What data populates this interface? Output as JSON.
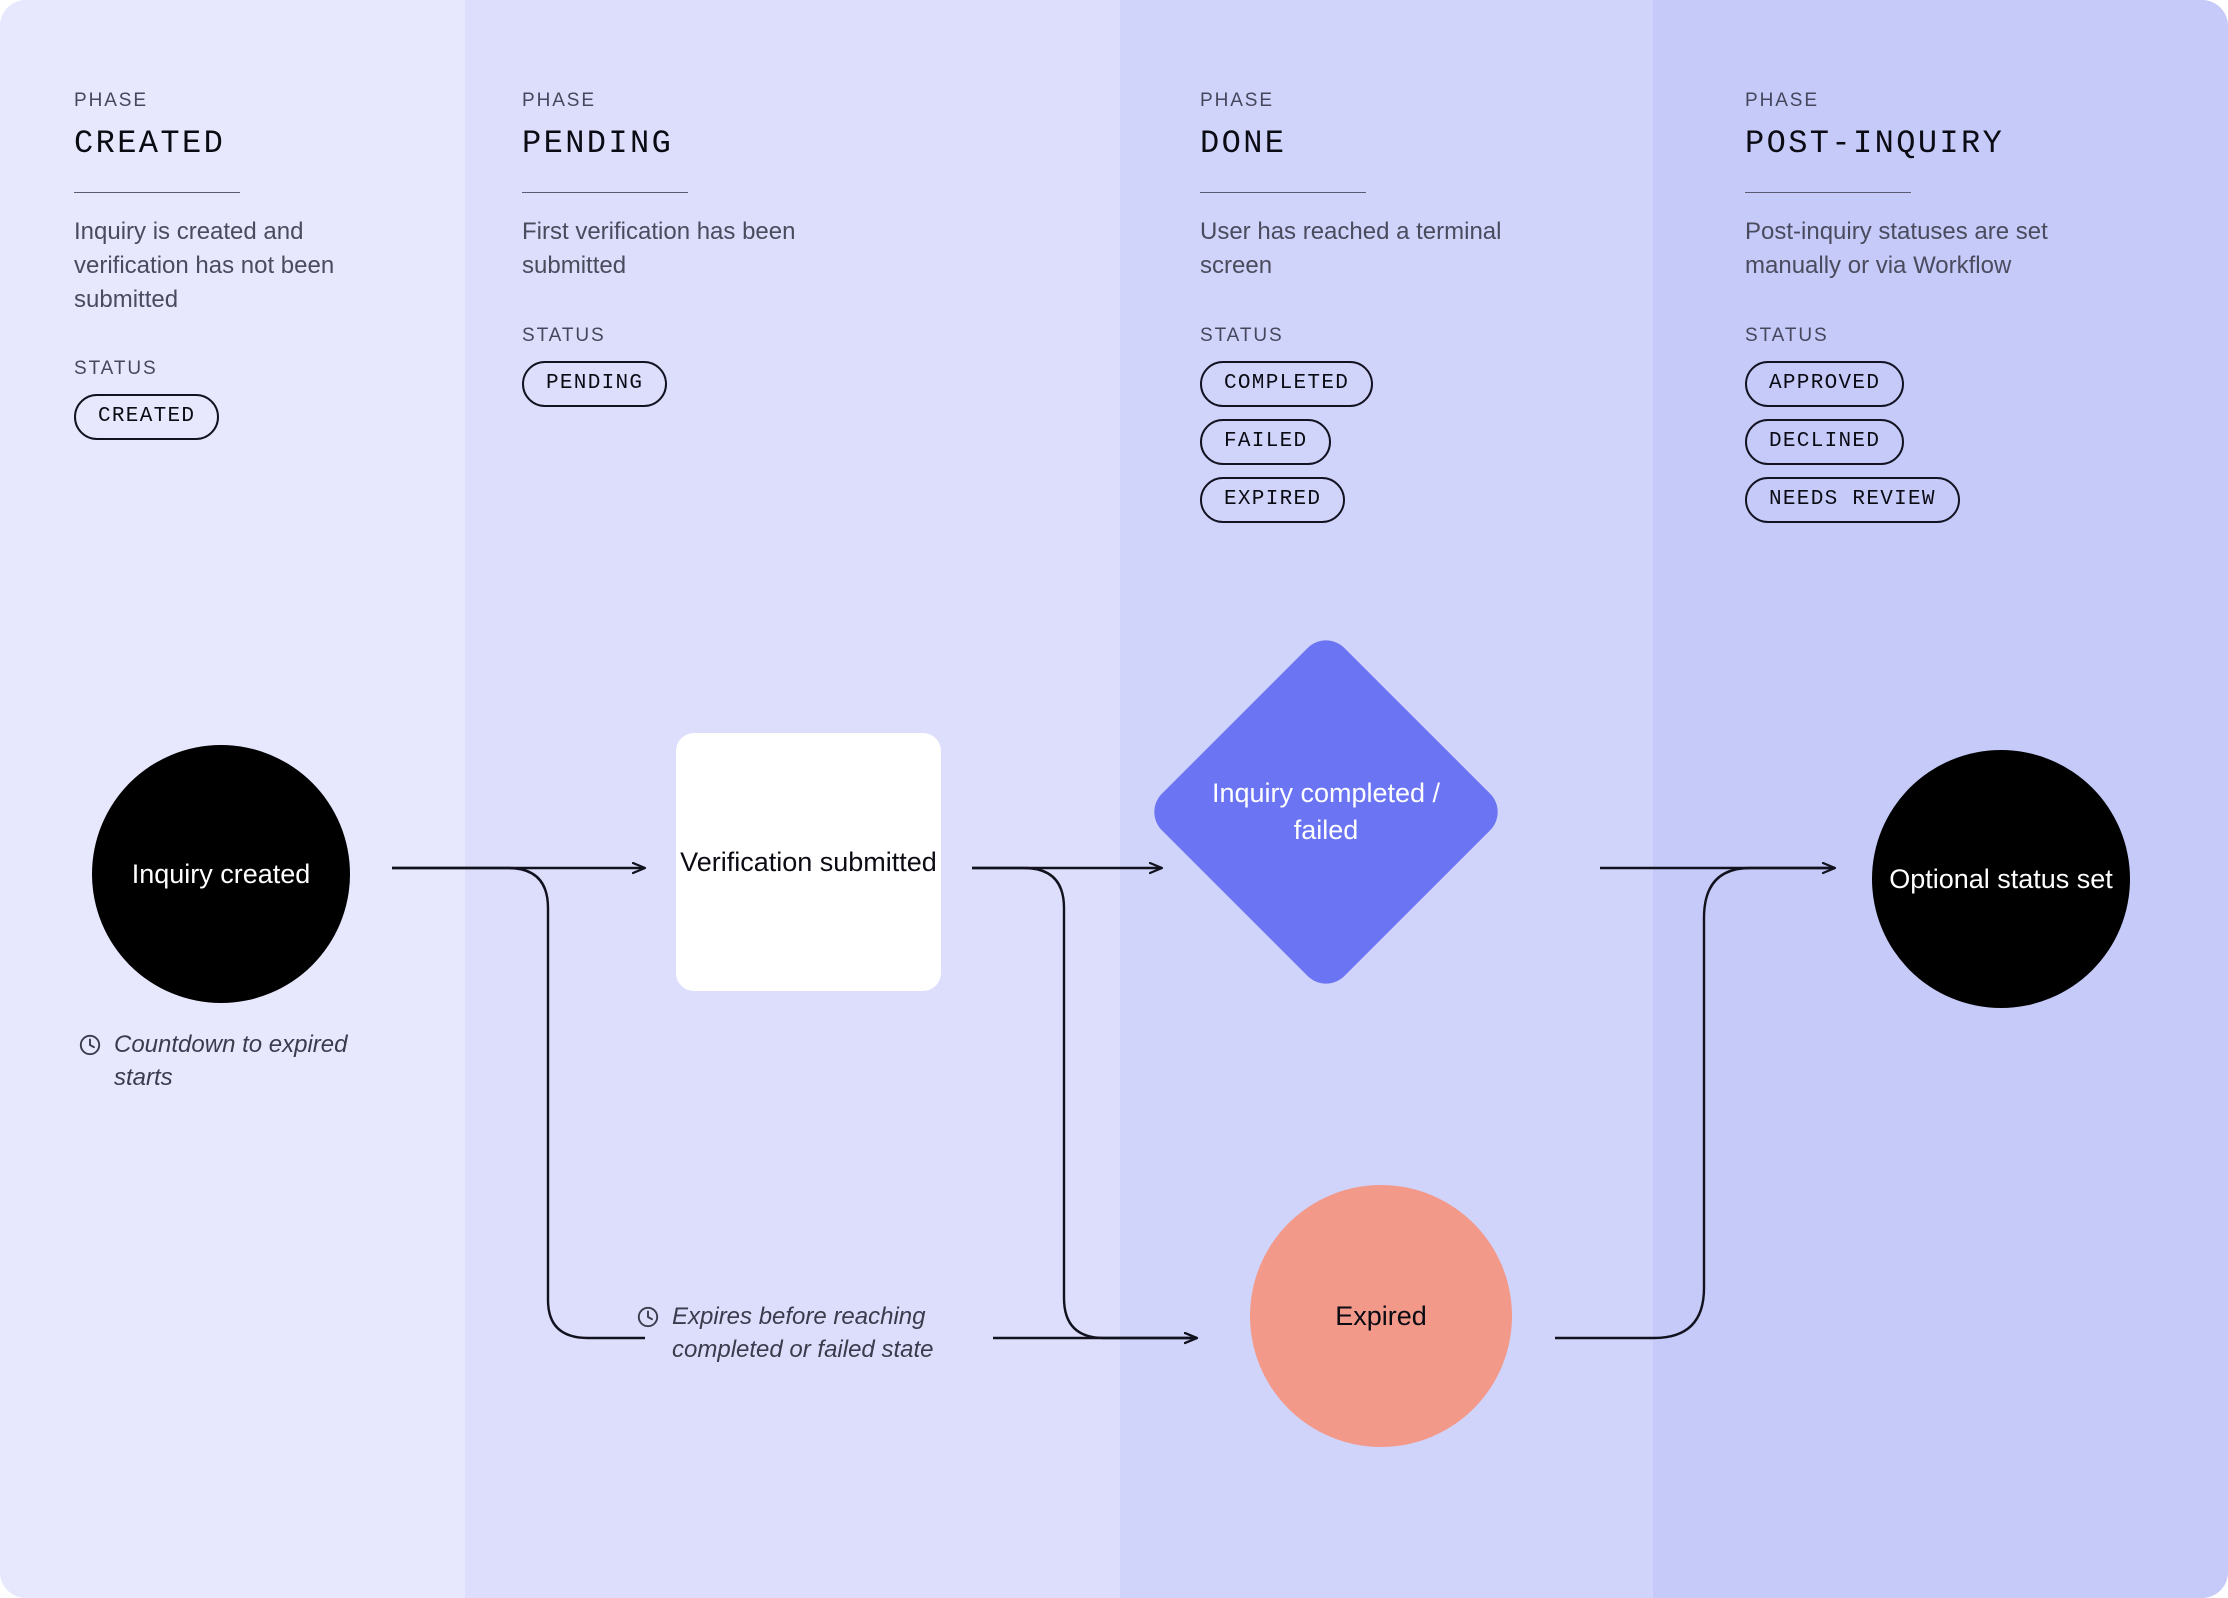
{
  "colors": {
    "band_1": "#e7e8fd",
    "band_2": "#dcdefb",
    "band_3": "#d0d4fa",
    "band_4": "#c5caf9",
    "node_dark": "#000000",
    "node_white": "#ffffff",
    "node_diamond": "#6b74f3",
    "node_expired": "#f2998a",
    "edge": "#12121f"
  },
  "columns": [
    {
      "kicker": "PHASE",
      "title": "CREATED",
      "description": "Inquiry is created and verification has not been submitted",
      "status_kicker": "STATUS",
      "statuses": [
        "CREATED"
      ]
    },
    {
      "kicker": "PHASE",
      "title": "PENDING",
      "description": "First verification has been submitted",
      "status_kicker": "STATUS",
      "statuses": [
        "PENDING"
      ]
    },
    {
      "kicker": "PHASE",
      "title": "DONE",
      "description": "User has reached a terminal screen",
      "status_kicker": "STATUS",
      "statuses": [
        "COMPLETED",
        "FAILED",
        "EXPIRED"
      ]
    },
    {
      "kicker": "PHASE",
      "title": "POST-INQUIRY",
      "description": "Post-inquiry statuses are set manually or via Workflow",
      "status_kicker": "STATUS",
      "statuses": [
        "APPROVED",
        "DECLINED",
        "NEEDS REVIEW"
      ]
    }
  ],
  "flow": {
    "nodes": {
      "created": "Inquiry created",
      "verification": "Verification submitted",
      "diamond": "Inquiry completed / failed",
      "expired": "Expired",
      "optional": "Optional status set"
    },
    "annotations": {
      "countdown": "Countdown to expired starts",
      "expires": "Expires before reaching completed or failed state"
    },
    "icons": {
      "clock": "clock-icon"
    }
  }
}
